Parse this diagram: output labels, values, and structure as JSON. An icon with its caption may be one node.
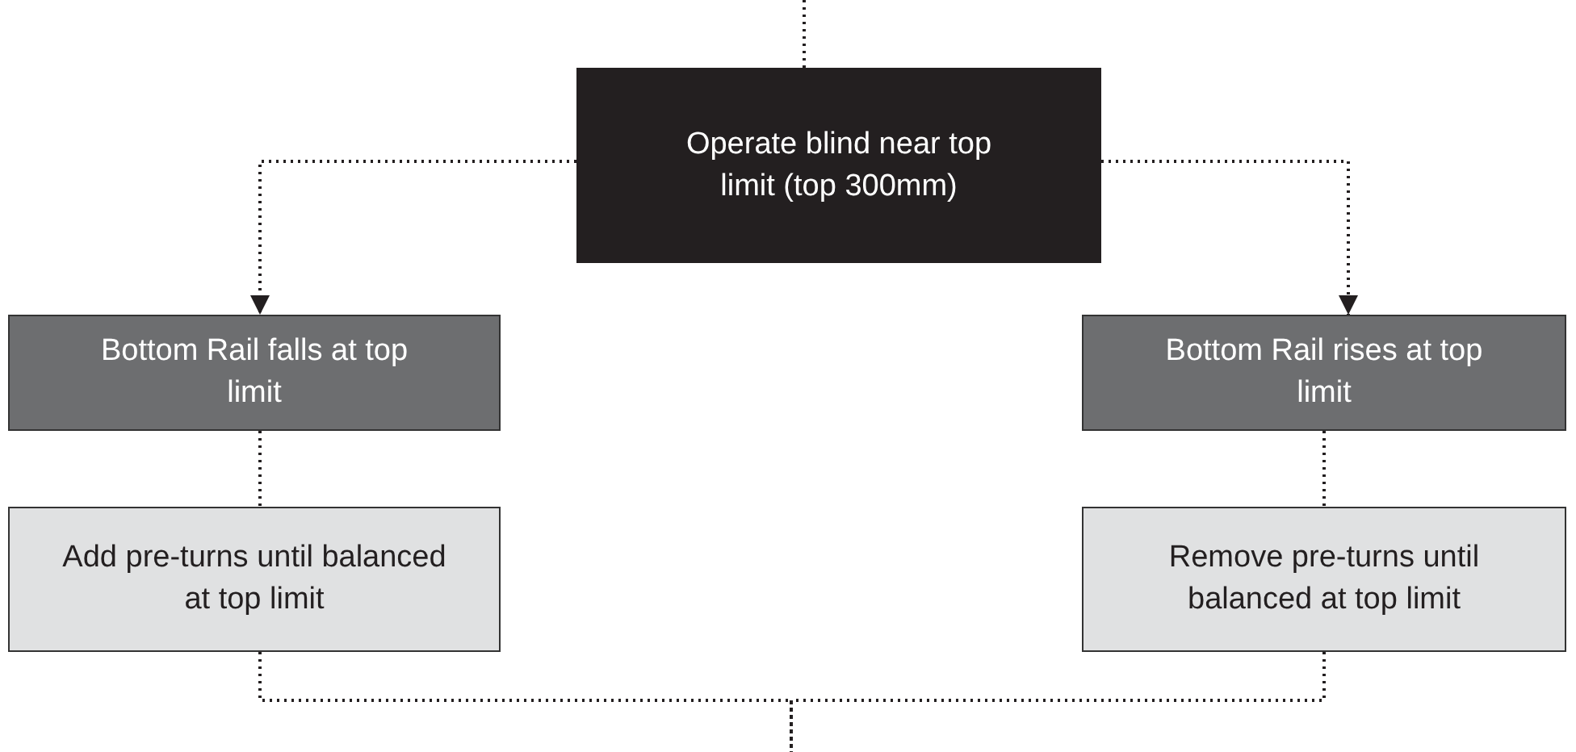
{
  "diagram": {
    "nodes": [
      {
        "text": [
          "Operate blind near top limit (top 300mm)"
        ]
      },
      {
        "text": [
          "Bottom Rail falls at top limit"
        ]
      },
      {
        "text": [
          "Bottom Rail rises at top limit"
        ]
      },
      {
        "text": [
          "Add pre-turns until balanced at top limit"
        ]
      },
      {
        "text": [
          "Remove pre-turns until balanced at top limit"
        ]
      }
    ],
    "edges": [
      {
        "from": null,
        "to": 0,
        "arrow": "none"
      },
      {
        "from": 0,
        "to": 1,
        "arrow": "to"
      },
      {
        "from": 0,
        "to": 2,
        "arrow": "to"
      },
      {
        "from": 1,
        "to": 3,
        "arrow": "none"
      },
      {
        "from": 2,
        "to": 4,
        "arrow": "none"
      },
      {
        "from": 3,
        "to": null,
        "arrow": "none"
      },
      {
        "from": 4,
        "to": null,
        "arrow": "none"
      }
    ]
  }
}
